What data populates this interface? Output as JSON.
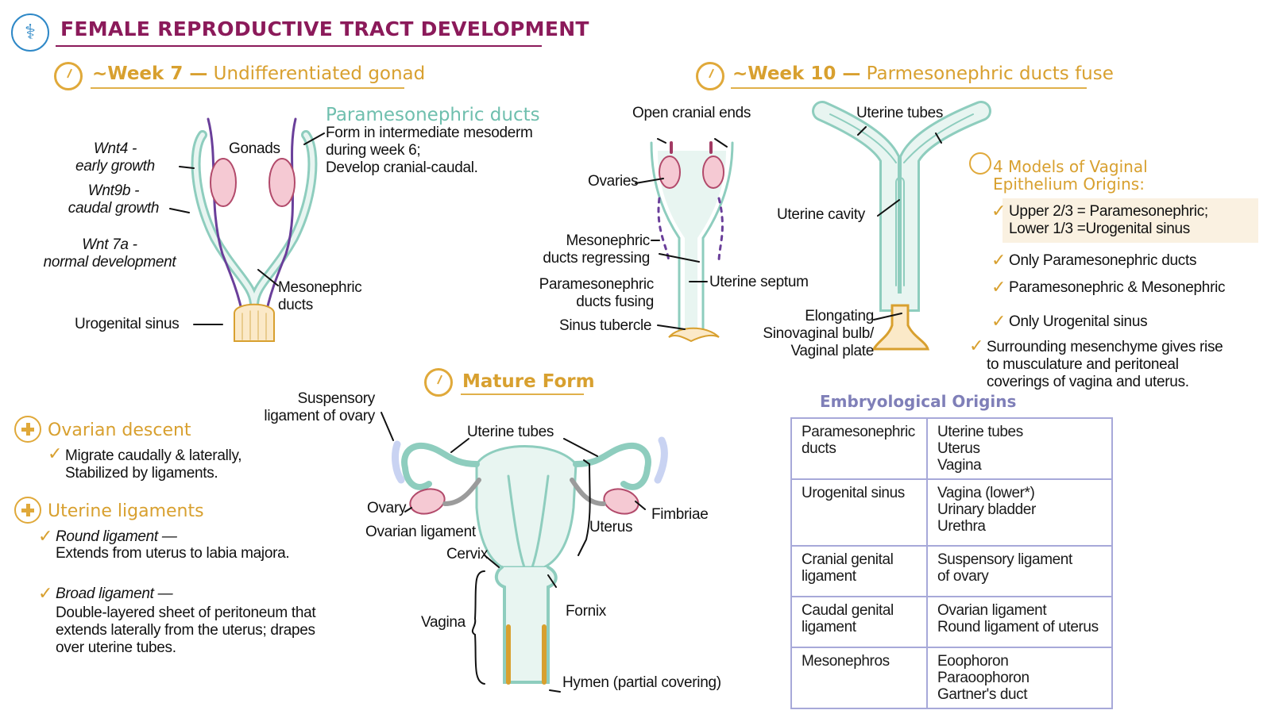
{
  "header": {
    "title": "FEMALE REPRODUCTIVE TRACT DEVELOPMENT",
    "logo_icon": "caduceus-icon"
  },
  "colors": {
    "title": "#8b1a5a",
    "accent": "#d8a02f",
    "teal": "#6fbfae",
    "duct_purple": "#6a3f9a",
    "gonad_pink": "#f5c9d3",
    "table_border": "#a7a9d9"
  },
  "week7": {
    "heading_bold": "~Week 7 —",
    "heading_rest": " Undifferentiated gonad",
    "wnt4": "Wnt4 -\nearly growth",
    "wnt9b": "Wnt9b -\ncaudal growth",
    "wnt7a": "Wnt 7a -\nnormal development",
    "gonads": "Gonads",
    "paramesonephric_title": "Paramesonephric ducts",
    "paramesonephric_desc": "Form in intermediate mesoderm\nduring week 6;\nDevelop cranial-caudal.",
    "mesonephric": "Mesonephric\nducts",
    "urogenital_sinus": "Urogenital sinus"
  },
  "week10": {
    "heading_bold": "~Week 10 —",
    "heading_rest": " Parmesonephric ducts fuse",
    "open_cranial_ends": "Open cranial ends",
    "ovaries": "Ovaries",
    "mesonephric_regressing": "Mesonephric\nducts regressing",
    "paramesonephric_fusing": "Paramesonephric\nducts fusing",
    "sinus_tubercle": "Sinus tubercle",
    "uterine_septum": "Uterine septum",
    "uterine_tubes": "Uterine tubes",
    "uterine_cavity": "Uterine cavity",
    "elongating": "Elongating\nSinovaginal bulb/\nVaginal plate"
  },
  "models": {
    "title": "4 Models of Vaginal\nEpithelium Origins:",
    "items": [
      "Upper 2/3 = Paramesonephric;\nLower 1/3 =Urogenital sinus",
      "Only Paramesonephric ducts",
      "Paramesonephric & Mesonephric",
      "Only Urogenital sinus"
    ],
    "note": "Surrounding mesenchyme gives rise\nto musculature and peritoneal\ncoverings of vagina and uterus."
  },
  "mature": {
    "heading": "Mature Form",
    "suspensory": "Suspensory\nligament of ovary",
    "uterine_tubes": "Uterine tubes",
    "ovary": "Ovary",
    "ovarian_ligament": "Ovarian ligament",
    "fimbriae": "Fimbriae",
    "uterus": "Uterus",
    "cervix": "Cervix",
    "fornix": "Fornix",
    "vagina": "Vagina",
    "hymen": "Hymen (partial covering)"
  },
  "left_notes": {
    "ovarian_descent": "Ovarian descent",
    "ovarian_descent_text": "Migrate caudally & laterally,\nStabilized by ligaments.",
    "uterine_ligaments": "Uterine ligaments",
    "round_title": "Round ligament —",
    "round_text": "Extends from uterus to labia majora.",
    "broad_title": "Broad ligament —",
    "broad_text": "Double-layered sheet of peritoneum that\nextends laterally from the uterus; drapes\nover uterine tubes."
  },
  "origins": {
    "title": "Embryological Origins",
    "rows": [
      {
        "source": "Paramesonephric\nducts",
        "derivatives": "Uterine tubes\nUterus\nVagina"
      },
      {
        "source": "Urogenital sinus",
        "derivatives": "Vagina (lower*)\nUrinary bladder\nUrethra"
      },
      {
        "source": "Cranial genital\nligament",
        "derivatives": "Suspensory ligament\nof ovary"
      },
      {
        "source": "Caudal genital\nligament",
        "derivatives": "Ovarian ligament\nRound ligament of uterus"
      },
      {
        "source": "Mesonephros",
        "derivatives": "Eoophoron\nParaoophoron\nGartner's duct"
      }
    ]
  }
}
